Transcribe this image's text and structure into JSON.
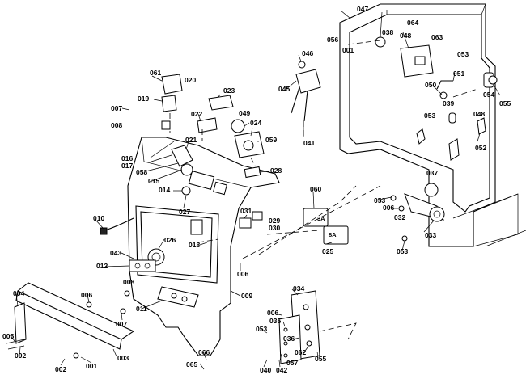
{
  "callouts": [
    {
      "id": "047",
      "text": "047"
    },
    {
      "id": "038",
      "text": "038"
    },
    {
      "id": "064",
      "text": "064"
    },
    {
      "id": "048a",
      "text": "048"
    },
    {
      "id": "063",
      "text": "063"
    },
    {
      "id": "056",
      "text": "056"
    },
    {
      "id": "001a",
      "text": "001"
    },
    {
      "id": "053a",
      "text": "053"
    },
    {
      "id": "046",
      "text": "046"
    },
    {
      "id": "051",
      "text": "051"
    },
    {
      "id": "050",
      "text": "050"
    },
    {
      "id": "061",
      "text": "061"
    },
    {
      "id": "020",
      "text": "020"
    },
    {
      "id": "019",
      "text": "019"
    },
    {
      "id": "007",
      "text": "007"
    },
    {
      "id": "008a",
      "text": "008"
    },
    {
      "id": "023",
      "text": "023"
    },
    {
      "id": "045",
      "text": "045"
    },
    {
      "id": "054",
      "text": "054"
    },
    {
      "id": "055a",
      "text": "055"
    },
    {
      "id": "039",
      "text": "039"
    },
    {
      "id": "053b",
      "text": "053"
    },
    {
      "id": "048b",
      "text": "048"
    },
    {
      "id": "022",
      "text": "022"
    },
    {
      "id": "049",
      "text": "049"
    },
    {
      "id": "024",
      "text": "024"
    },
    {
      "id": "052",
      "text": "052"
    },
    {
      "id": "041",
      "text": "041"
    },
    {
      "id": "021",
      "text": "021"
    },
    {
      "id": "059",
      "text": "059"
    },
    {
      "id": "016",
      "text": "016"
    },
    {
      "id": "017",
      "text": "017"
    },
    {
      "id": "058",
      "text": "058"
    },
    {
      "id": "015",
      "text": "015"
    },
    {
      "id": "028",
      "text": "028"
    },
    {
      "id": "037",
      "text": "037"
    },
    {
      "id": "014",
      "text": "014"
    },
    {
      "id": "060",
      "text": "060"
    },
    {
      "id": "053c",
      "text": "053"
    },
    {
      "id": "006a",
      "text": "006"
    },
    {
      "id": "032",
      "text": "032"
    },
    {
      "id": "027",
      "text": "027"
    },
    {
      "id": "031",
      "text": "031"
    },
    {
      "id": "029",
      "text": "029"
    },
    {
      "id": "030",
      "text": "030"
    },
    {
      "id": "010",
      "text": "010"
    },
    {
      "id": "033",
      "text": "033"
    },
    {
      "id": "026",
      "text": "026"
    },
    {
      "id": "018",
      "text": "018"
    },
    {
      "id": "025",
      "text": "025"
    },
    {
      "id": "053d",
      "text": "053"
    },
    {
      "id": "043",
      "text": "043"
    },
    {
      "id": "012",
      "text": "012"
    },
    {
      "id": "006b",
      "text": "006"
    },
    {
      "id": "008b",
      "text": "008"
    },
    {
      "id": "034",
      "text": "034"
    },
    {
      "id": "009",
      "text": "009"
    },
    {
      "id": "004",
      "text": "004"
    },
    {
      "id": "006c",
      "text": "006"
    },
    {
      "id": "011",
      "text": "011"
    },
    {
      "id": "007b",
      "text": "007"
    },
    {
      "id": "006d",
      "text": "006"
    },
    {
      "id": "035",
      "text": "035"
    },
    {
      "id": "053e",
      "text": "053"
    },
    {
      "id": "036",
      "text": "036"
    },
    {
      "id": "062",
      "text": "062"
    },
    {
      "id": "055b",
      "text": "055"
    },
    {
      "id": "005",
      "text": "005"
    },
    {
      "id": "002a",
      "text": "002"
    },
    {
      "id": "003",
      "text": "003"
    },
    {
      "id": "066",
      "text": "066"
    },
    {
      "id": "057",
      "text": "057"
    },
    {
      "id": "002b",
      "text": "002"
    },
    {
      "id": "001b",
      "text": "001"
    },
    {
      "id": "065",
      "text": "065"
    },
    {
      "id": "040",
      "text": "040"
    },
    {
      "id": "042",
      "text": "042"
    }
  ],
  "inline_labels": [
    {
      "id": "3A",
      "text": "3A"
    },
    {
      "id": "8A",
      "text": "8A"
    }
  ]
}
